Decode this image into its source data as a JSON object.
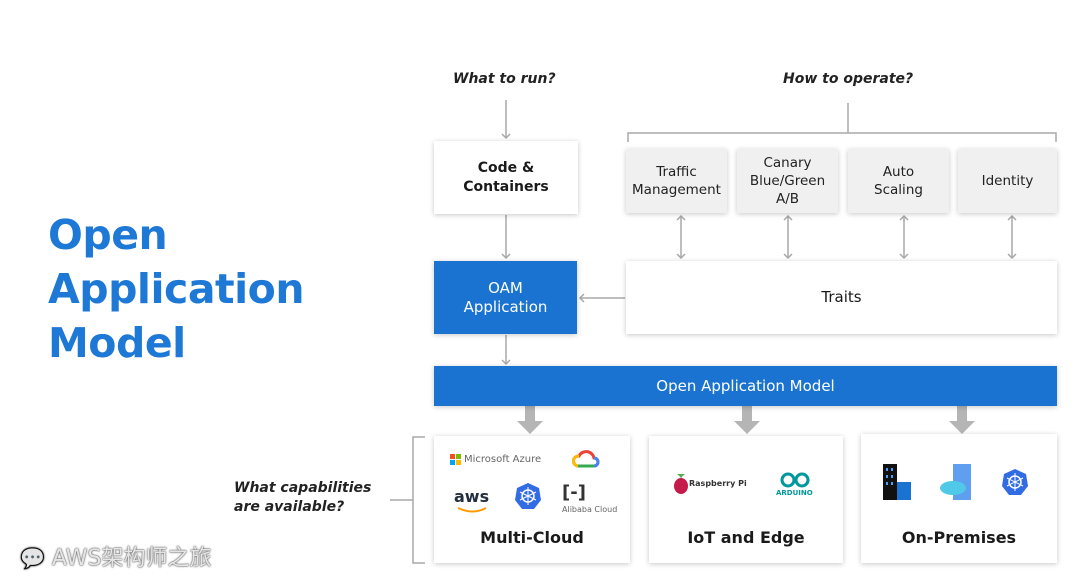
{
  "title": {
    "line1": "Open",
    "line2": "Application",
    "line3": "Model"
  },
  "questions": {
    "what_to_run": "What to run?",
    "how_to_operate": "How to operate?",
    "capabilities_1": "What capabilities",
    "capabilities_2": "are available?"
  },
  "boxes": {
    "code_containers": {
      "line1": "Code &",
      "line2": "Containers"
    },
    "oam_application": {
      "line1": "OAM",
      "line2": "Application"
    },
    "traits": "Traits",
    "open_application_model": "Open Application Model"
  },
  "trait_items": [
    {
      "line1": "Traffic",
      "line2": "Management"
    },
    {
      "line1": "Canary",
      "line2": "Blue/Green",
      "line3": "A/B"
    },
    {
      "line1": "Auto",
      "line2": "Scaling"
    },
    {
      "line1": "Identity"
    }
  ],
  "capabilities": [
    {
      "label": "Multi-Cloud",
      "logos": [
        "Microsoft Azure",
        "Google Cloud",
        "aws",
        "Kubernetes",
        "Alibaba Cloud"
      ]
    },
    {
      "label": "IoT and Edge",
      "logos": [
        "Raspberry Pi",
        "ARDUINO"
      ]
    },
    {
      "label": "On-Premises",
      "logos": [
        "Datacenter",
        "Azure Stack",
        "Kubernetes"
      ]
    }
  ],
  "watermark": "AWS架构师之旅",
  "colors": {
    "accent": "#1a73d0",
    "title": "#1e78d6",
    "trait_bg": "#f0f0f0",
    "connector": "#a8a8a8"
  }
}
